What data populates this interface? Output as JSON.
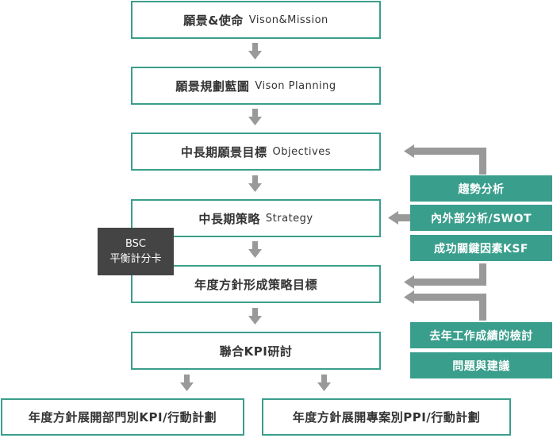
{
  "steps": {
    "vision": {
      "zh": "願景&使命",
      "en": "Vison&Mission"
    },
    "planning": {
      "zh": "願景規劃藍圖",
      "en": "Vison Planning"
    },
    "objectives": {
      "zh": "中長期願景目標",
      "en": "Objectives"
    },
    "strategy": {
      "zh": "中長期策略",
      "en": "Strategy"
    },
    "annual_goals": {
      "zh": "年度方針形成策略目標"
    },
    "kpi_joint": {
      "zh": "聯合KPI研討"
    },
    "dept_plan": {
      "zh": "年度方針展開部門別KPI/行動計劃"
    },
    "project_plan": {
      "zh": "年度方針展開專案別PPI/行動計劃"
    }
  },
  "inputs_top": [
    "趨勢分析",
    "內外部分析/SWOT",
    "成功關鍵因素KSF"
  ],
  "inputs_bottom": [
    "去年工作成績的檢討",
    "問題與建議"
  ],
  "bsc": {
    "line1": "BSC",
    "line2": "平衡計分卡"
  },
  "colors": {
    "accent": "#3a9e8c",
    "arrow": "#999999",
    "bsc_bg": "#444444"
  }
}
